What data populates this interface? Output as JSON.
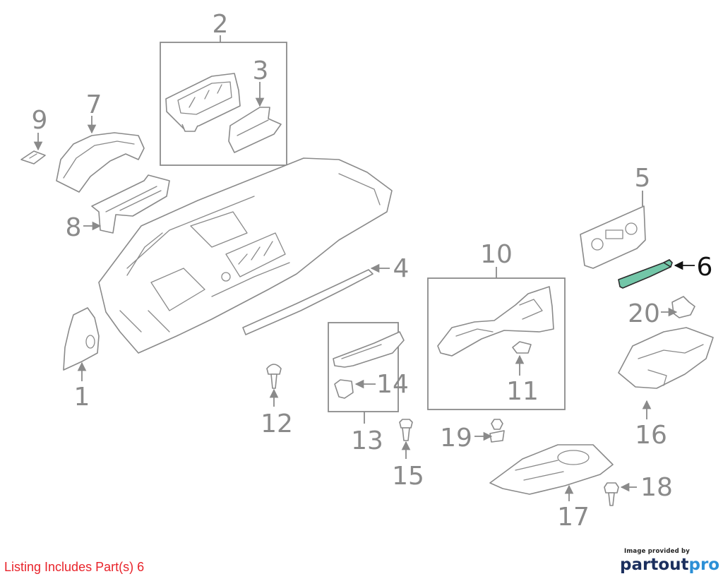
{
  "parts": [
    {
      "number": "1",
      "highlighted": false
    },
    {
      "number": "2",
      "highlighted": false
    },
    {
      "number": "3",
      "highlighted": false
    },
    {
      "number": "4",
      "highlighted": false
    },
    {
      "number": "5",
      "highlighted": false
    },
    {
      "number": "6",
      "highlighted": true
    },
    {
      "number": "7",
      "highlighted": false
    },
    {
      "number": "8",
      "highlighted": false
    },
    {
      "number": "9",
      "highlighted": false
    },
    {
      "number": "10",
      "highlighted": false
    },
    {
      "number": "11",
      "highlighted": false
    },
    {
      "number": "12",
      "highlighted": false
    },
    {
      "number": "13",
      "highlighted": false
    },
    {
      "number": "14",
      "highlighted": false
    },
    {
      "number": "15",
      "highlighted": false
    },
    {
      "number": "16",
      "highlighted": false
    },
    {
      "number": "17",
      "highlighted": false
    },
    {
      "number": "18",
      "highlighted": false
    },
    {
      "number": "19",
      "highlighted": false
    },
    {
      "number": "20",
      "highlighted": false
    }
  ],
  "listing_text": "Listing Includes Part(s) 6",
  "credit": {
    "provided_by": "Image provided by",
    "brand_part": "partout",
    "brand_pro": "pro"
  },
  "colors": {
    "line": "#8a8a8a",
    "highlight_fill": "#73c6a8",
    "listing_text": "#e8232a",
    "brand_dark": "#1b2f5e",
    "brand_light": "#2b8fd6"
  }
}
